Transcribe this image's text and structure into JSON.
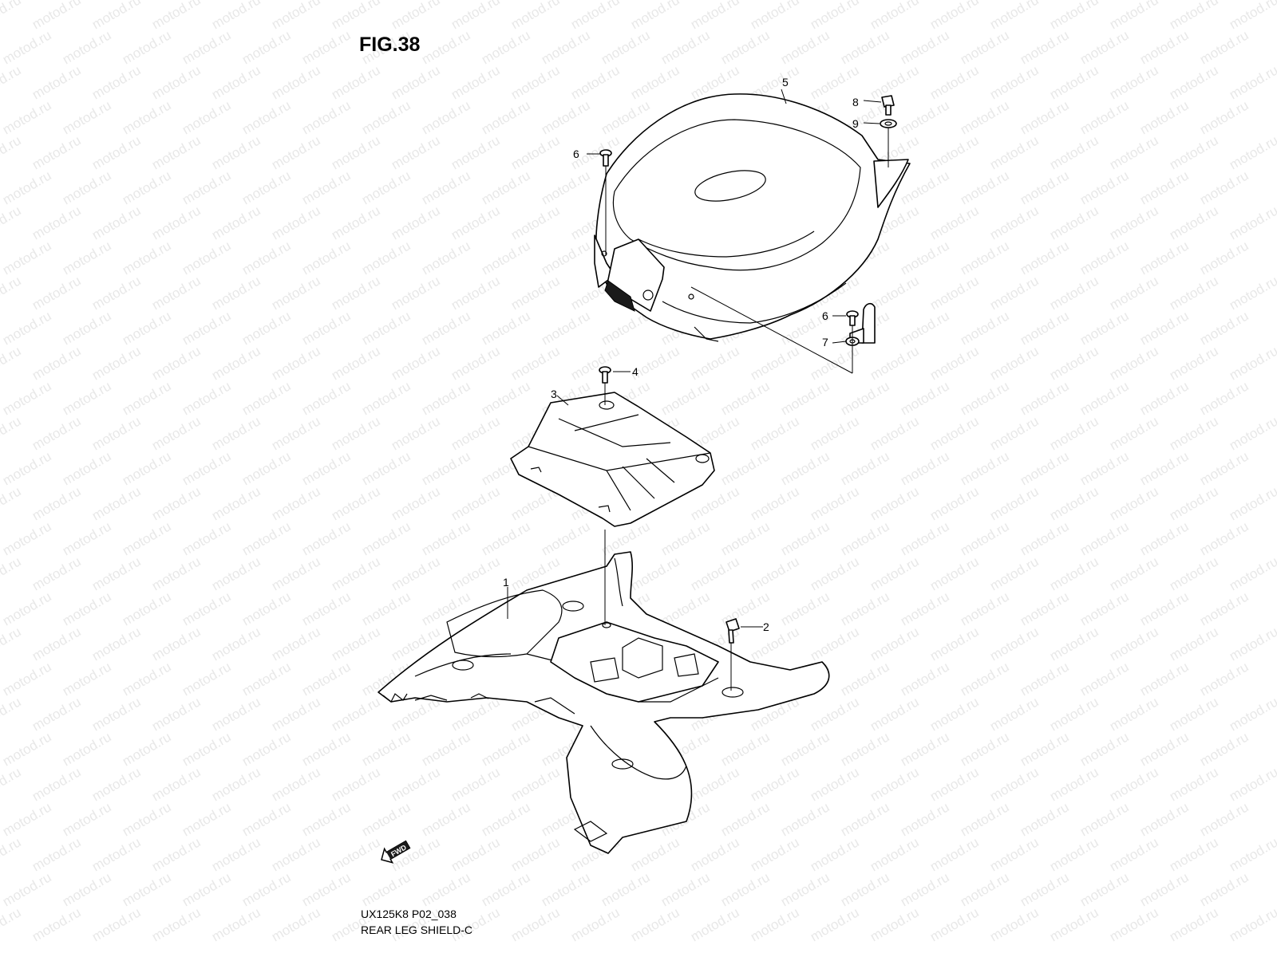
{
  "figure": {
    "title": "FIG.38",
    "model_code": "UX125K8 P02_038",
    "name": "REAR LEG SHIELD-C"
  },
  "watermark": {
    "text": "motod.ru"
  },
  "callouts": [
    {
      "id": "1",
      "label": "1"
    },
    {
      "id": "2",
      "label": "2"
    },
    {
      "id": "3",
      "label": "3"
    },
    {
      "id": "4",
      "label": "4"
    },
    {
      "id": "5",
      "label": "5"
    },
    {
      "id": "6a",
      "label": "6"
    },
    {
      "id": "6b",
      "label": "6"
    },
    {
      "id": "7",
      "label": "7"
    },
    {
      "id": "8",
      "label": "8"
    },
    {
      "id": "9",
      "label": "9"
    }
  ],
  "fwd_arrow": {
    "label": "FWD"
  }
}
